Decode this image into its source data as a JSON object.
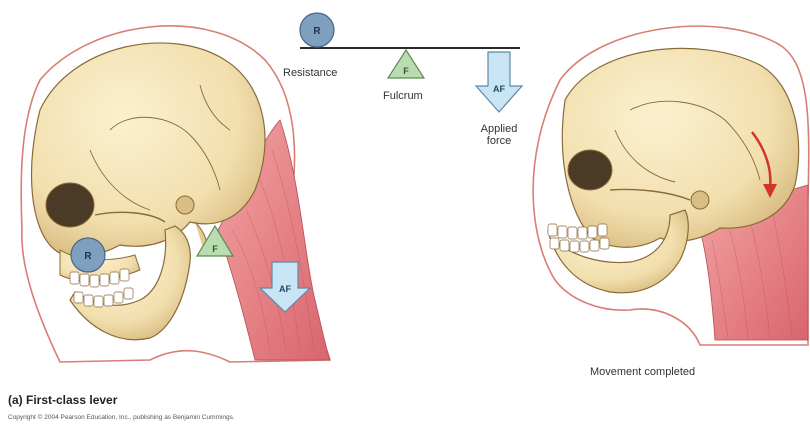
{
  "labels": {
    "resistance": "Resistance",
    "fulcrum": "Fulcrum",
    "applied_force_line1": "Applied",
    "applied_force_line2": "force",
    "movement_completed": "Movement completed",
    "caption_title": "(a) First-class lever",
    "copyright": "Copyright © 2004 Pearson Education, Inc., publishing as Benjamin Cummings."
  },
  "symbols": {
    "resistance": "R",
    "fulcrum": "F",
    "applied_force": "AF"
  },
  "colors": {
    "resistance_circle": "#7f9fbf",
    "fulcrum_triangle": "#b9dcb0",
    "force_arrow": "#c9e4f2",
    "bone": "#f2dfae",
    "muscle": "#e8858a",
    "movement_arrow": "#d2332b"
  }
}
